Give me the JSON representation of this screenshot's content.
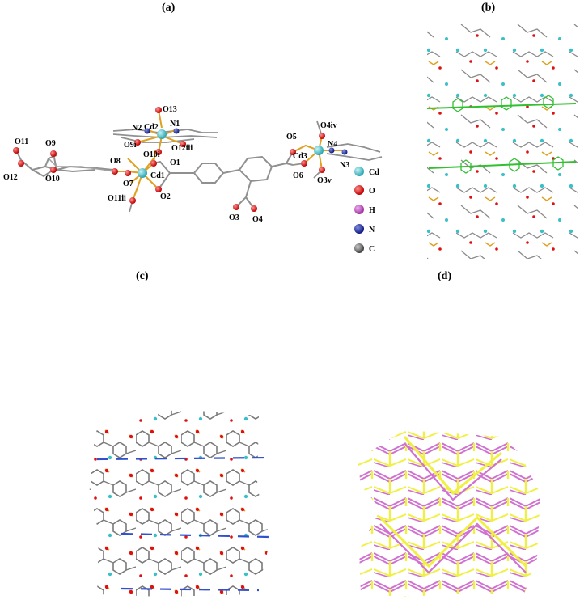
{
  "panels": {
    "a": "(a)",
    "b": "(b)",
    "c": "(c)",
    "d": "(d)"
  },
  "atoms": {
    "O13": "O13",
    "Cd2": "Cd2",
    "N2": "N2",
    "N1": "N1",
    "O9i": "O9i",
    "O10i": "O10i",
    "O12iii": "O12iii",
    "O11": "O11",
    "O9": "O9",
    "O12": "O12",
    "O10": "O10",
    "O8": "O8",
    "O7": "O7",
    "Cd1": "Cd1",
    "O1": "O1",
    "O2": "O2",
    "O11ii": "O11ii",
    "O3": "O3",
    "O4": "O4",
    "O5": "O5",
    "O4iv": "O4iv",
    "Cd3": "Cd3",
    "N4": "N4",
    "N3": "N3",
    "O6": "O6",
    "O3v": "O3v"
  },
  "legend": [
    {
      "label": "Cd",
      "color": "#3cc0c8"
    },
    {
      "label": "O",
      "color": "#e01010"
    },
    {
      "label": "H",
      "color": "#c050c0"
    },
    {
      "label": "N",
      "color": "#2030a0"
    },
    {
      "label": "C",
      "color": "#707070"
    }
  ],
  "colors": {
    "bond": "#909090",
    "coord_bond": "#e0a020",
    "network_yellow": "#f0f040",
    "network_pink": "#d070d0",
    "highlight_blue": "#3050d0",
    "highlight_green": "#30c030"
  }
}
